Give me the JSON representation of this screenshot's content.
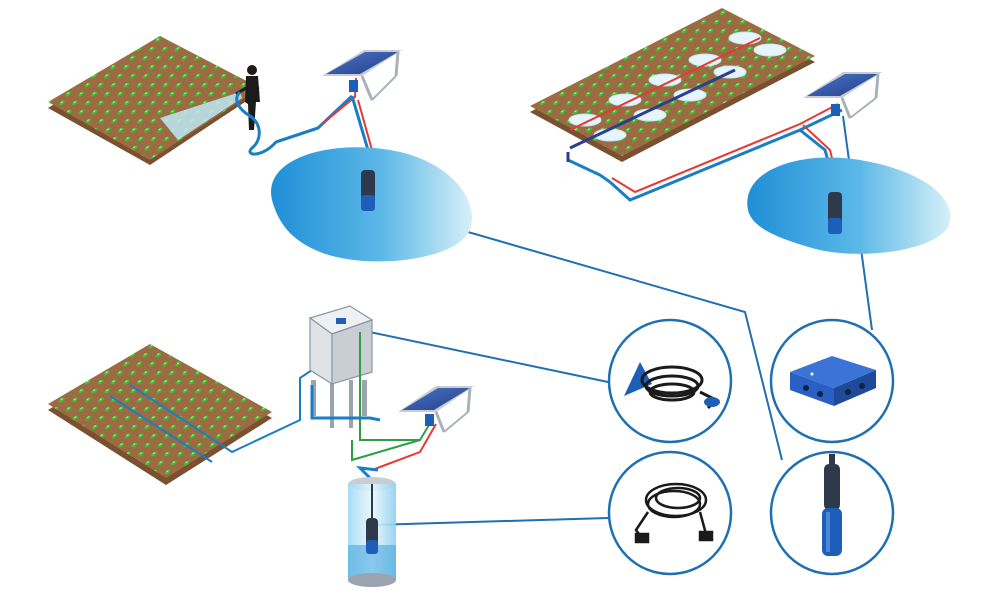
{
  "diagram": {
    "type": "solar-pumping-irrigation-system",
    "background": "#ffffff",
    "colors": {
      "soil": "#9c6b43",
      "soil_dark": "#7a5031",
      "plant": "#3fbf2f",
      "water_light": "#bfe7f5",
      "water_dark": "#1f8fd6",
      "pipe_blue": "#1a7ec4",
      "cable_red": "#e53935",
      "cable_green": "#2e9e44",
      "connector_line": "#1f6fb2",
      "panel_blue": "#2f56a8",
      "pump_blue": "#1d5fb8",
      "controller_blue": "#2a5fc4",
      "tank_grey": "#dfe3e8"
    },
    "scenes": [
      {
        "id": "hose-irrigation",
        "components": [
          "field",
          "farmer-with-hose",
          "solar-panel",
          "pond",
          "submersible-pump"
        ]
      },
      {
        "id": "sprinkler-irrigation",
        "components": [
          "field",
          "sprinklers",
          "solar-panel",
          "pond",
          "submersible-pump"
        ]
      },
      {
        "id": "drip-irrigation",
        "components": [
          "field",
          "water-tower",
          "solar-panel",
          "borehole",
          "submersible-pump"
        ]
      }
    ],
    "detail_callouts": [
      {
        "id": "float-switch",
        "icon": "float-switch-icon"
      },
      {
        "id": "pump-controller",
        "icon": "controller-box-icon"
      },
      {
        "id": "extension-cable",
        "icon": "cable-coil-icon"
      },
      {
        "id": "submersible-pump",
        "icon": "submersible-pump-icon"
      }
    ]
  }
}
